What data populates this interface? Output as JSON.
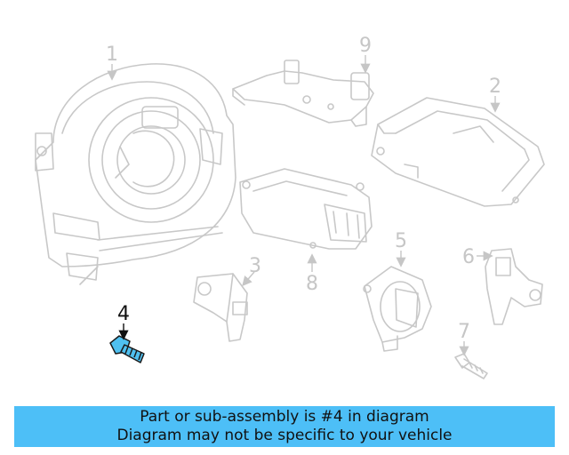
{
  "diagram": {
    "callouts": {
      "c1": "1",
      "c2": "2",
      "c3": "3",
      "c4": "4",
      "c5": "5",
      "c6": "6",
      "c7": "7",
      "c8": "8",
      "c9": "9"
    },
    "highlighted_part": "4",
    "highlight_color": "#4fc0f0",
    "muted_color": "#c8c8c8"
  },
  "banner": {
    "line1": "Part or sub-assembly is #4 in diagram",
    "line2": "Diagram may not be specific to your vehicle",
    "background": "#4dbff7"
  }
}
